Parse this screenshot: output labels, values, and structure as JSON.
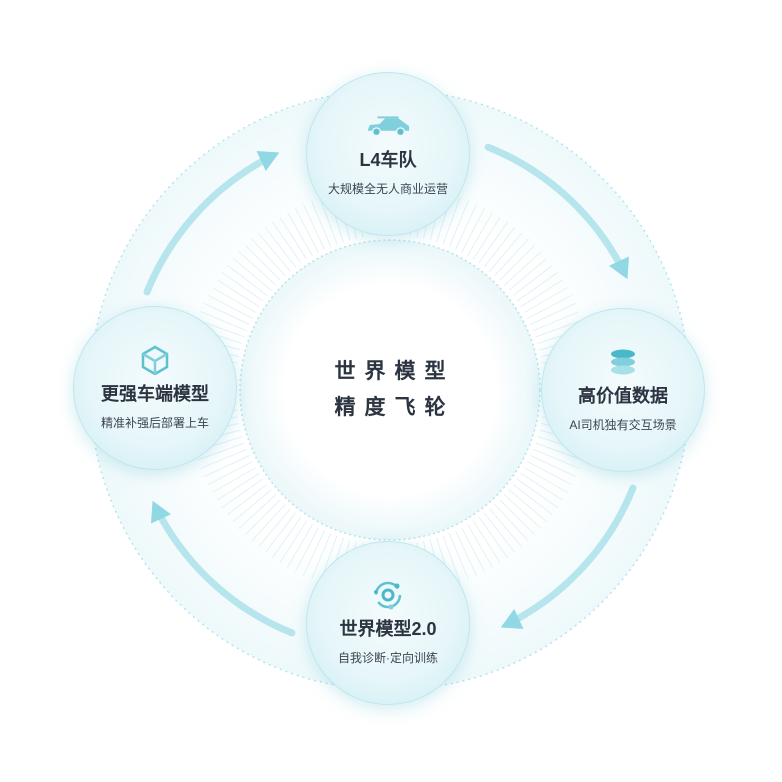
{
  "center": {
    "line1": "世界模型",
    "line2": "精度飞轮"
  },
  "nodes": [
    {
      "id": "top",
      "icon": "car-icon",
      "title": "L4车队",
      "subtitle": "大规模全无人商业运营"
    },
    {
      "id": "right",
      "icon": "database-icon",
      "title": "高价值数据",
      "subtitle": "AI司机独有交互场景"
    },
    {
      "id": "bottom",
      "icon": "orbit-icon",
      "title": "世界模型2.0",
      "subtitle": "自我诊断·定向训练"
    },
    {
      "id": "left",
      "icon": "cube-icon",
      "title": "更强车端模型",
      "subtitle": "精准补强后部署上车"
    }
  ],
  "colors": {
    "accent": "#7fd3e0",
    "text": "#2b3440",
    "ring": "#bfe6ee"
  }
}
